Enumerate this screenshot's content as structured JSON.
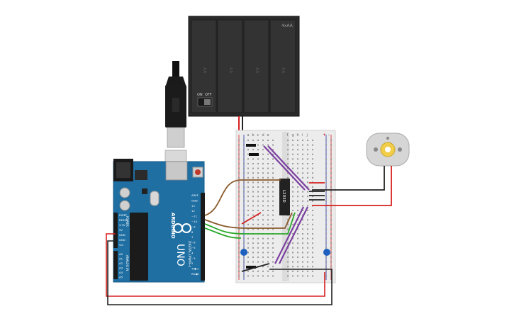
{
  "battery": {
    "label": "4xAA",
    "switch_on": "ON",
    "switch_off": "OFF",
    "cell_text": "AA"
  },
  "arduino": {
    "brand": "ARDUINO",
    "model": "UNO",
    "power_pins": [
      "IOREF",
      "RESET",
      "3.3V",
      "5V",
      "GND",
      "GND",
      "Vin"
    ],
    "analog_pins": [
      "A0",
      "A1",
      "A2",
      "A3",
      "A4",
      "A5"
    ],
    "digital_pins": [
      "AREF",
      "GND",
      "13",
      "12",
      "~11",
      "~10",
      "~9",
      "8",
      "7",
      "~6",
      "~5",
      "4",
      "~3",
      "2",
      "TX▶1",
      "RX◀0"
    ],
    "digital_header": "DIGITAL (PWM~)",
    "power_header": "POWER",
    "analog_header": "ANALOG IN"
  },
  "breadboard": {
    "columns": [
      "a",
      "b",
      "c",
      "d",
      "e",
      "f",
      "g",
      "h",
      "i",
      "j"
    ],
    "rail_plus": "+",
    "rail_minus": "-"
  },
  "chip": {
    "label": "L293D"
  },
  "colors": {
    "arduino_blue": "#1f6fa3",
    "battery": "#2c2c2c",
    "breadboard": "#ececec",
    "wire_red": "#d62020",
    "wire_black": "#222222",
    "wire_green": "#2aa82a",
    "wire_brown": "#8a5a2b",
    "jumper_purple": "#7b3fa0"
  }
}
